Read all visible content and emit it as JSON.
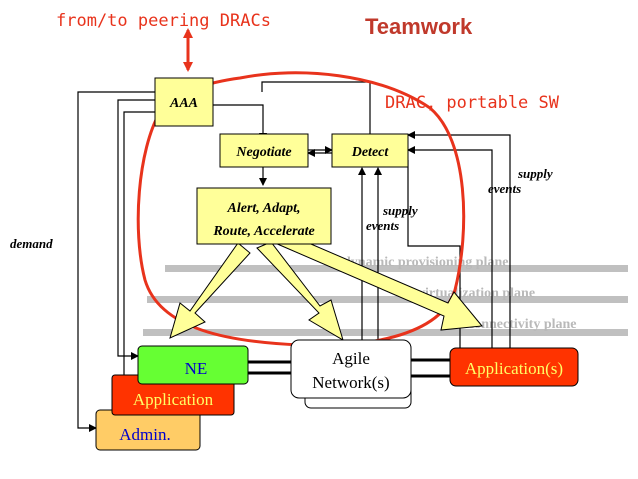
{
  "header": {
    "peering_label": "from/to peering DRACs",
    "title": "Teamwork",
    "drac_label": "DRAC, portable SW"
  },
  "boxes": {
    "aaa": "AAA",
    "negotiate": "Negotiate",
    "detect": "Detect",
    "alert_line1": "Alert, Adapt,",
    "alert_line2": "Route, Accelerate",
    "ne": "NE",
    "application_left": "Application",
    "admin": "Admin.",
    "agile_line1": "Agile",
    "agile_line2": "Network(s)",
    "application_right": "Application(s)"
  },
  "labels": {
    "demand": "demand",
    "supply_events_1_a": "supply",
    "supply_events_1_b": "events",
    "supply_events_2_a": "supply",
    "supply_events_2_b": "events"
  },
  "planes": {
    "dynamic": "dynamic provisioning plane",
    "virtualization": "virtualization plane",
    "connectivity": "connectivity plane"
  },
  "colors": {
    "aaa_fill": "#ffff99",
    "ne_fill": "#66ff33",
    "application_fill": "#ff3300",
    "admin_fill": "#ffcc66",
    "drac_circle": "#e8331c",
    "peering_text": "#e8331c",
    "teamwork_text": "#c0392b",
    "plane_gray": "#c0c0c0",
    "arrow_fill": "#ffff99"
  }
}
